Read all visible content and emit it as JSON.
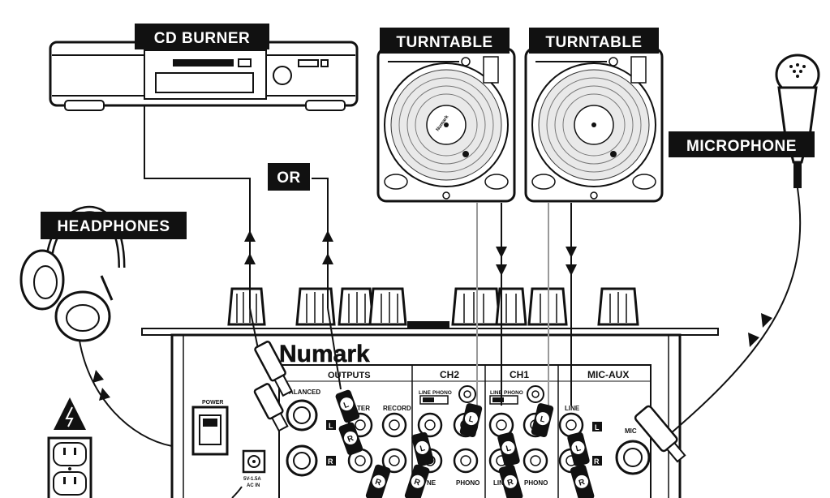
{
  "labels": {
    "cd_burner": "CD BURNER",
    "turntable_left": "TURNTABLE",
    "turntable_right": "TURNTABLE",
    "microphone": "MICROPHONE",
    "headphones": "HEADPHONES",
    "or": "OR"
  },
  "mixer": {
    "brand": "Numark",
    "sections": {
      "outputs": "OUTPUTS",
      "ch2": "CH2",
      "ch1": "CH1",
      "mic_aux": "MIC-AUX"
    },
    "jacks": {
      "balanced": "ALANCED",
      "master": "TER",
      "record": "RECORD",
      "phono_ch2": "PHONO",
      "line_ch2_bottom": "NE",
      "line_ch1_bottom": "LIN",
      "phono_ch1": "PHONO",
      "line_mic": "LINE",
      "mic": "MIC"
    },
    "switches": {
      "ch2_line": "LINE",
      "ch2_phono": "PHONO",
      "ch1_line": "LINE",
      "ch1_phono": "PHONO"
    },
    "channel_letters": {
      "l": "L",
      "r": "R"
    },
    "power": "POWER",
    "ac_in_line1": "5V-1.5A",
    "ac_in_line2": "AC IN"
  },
  "plugs": {
    "l": "L",
    "r": "R"
  },
  "turntable": {
    "brand_mark": "Numark"
  }
}
